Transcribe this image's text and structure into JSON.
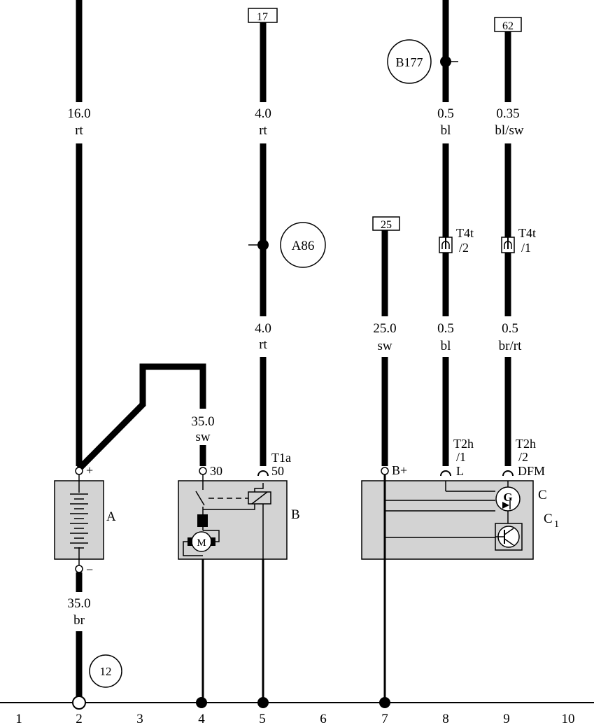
{
  "wires": {
    "w1_top": {
      "size": "16.0",
      "color": "rt"
    },
    "w5_top": {
      "size": "4.0",
      "color": "rt"
    },
    "w5_mid": {
      "size": "4.0",
      "color": "rt"
    },
    "w8_top": {
      "size": "0.5",
      "color": "bl"
    },
    "w8_bot": {
      "size": "0.5",
      "color": "bl"
    },
    "w9_top": {
      "size": "0.35",
      "color": "bl/sw"
    },
    "w9_bot": {
      "size": "0.5",
      "color": "br/rt"
    },
    "w7": {
      "size": "25.0",
      "color": "sw"
    },
    "w4": {
      "size": "35.0",
      "color": "sw"
    },
    "w2_ground": {
      "size": "35.0",
      "color": "br"
    }
  },
  "boxes": {
    "b17": "17",
    "b62": "62",
    "b25": "25"
  },
  "circles": {
    "b177": "B177",
    "a86": "A86",
    "c12": "12"
  },
  "connectors": {
    "t4t_2": {
      "name": "T4t",
      "pin": "/2"
    },
    "t4t_1": {
      "name": "T4t",
      "pin": "/1"
    },
    "t2h_1": {
      "name": "T2h",
      "pin": "/1"
    },
    "t2h_2": {
      "name": "T2h",
      "pin": "/2"
    }
  },
  "components": {
    "battery": {
      "label": "A",
      "plus": "+",
      "minus": "−"
    },
    "starter": {
      "label": "B",
      "pin30": "30",
      "t1a": "T1a",
      "pin50": "50",
      "motor": "M"
    },
    "alternator": {
      "label": "C",
      "label2": "C",
      "label2_sub": "1",
      "bplus": "B+",
      "pinL": "L",
      "pinDFM": "DFM",
      "gen": "G"
    }
  },
  "ground_bus": {
    "positions": [
      "1",
      "2",
      "3",
      "4",
      "5",
      "6",
      "7",
      "8",
      "9",
      "10"
    ]
  }
}
